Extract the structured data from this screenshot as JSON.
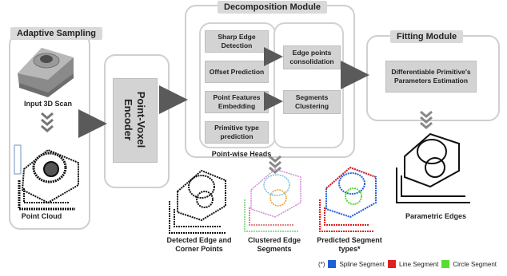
{
  "modules": {
    "sampling": {
      "title": "Adaptive Sampling",
      "scan_label": "Input 3D Scan",
      "cloud_label": "Point Cloud"
    },
    "encoder": {
      "line1": "Point-Voxel",
      "line2": "Encoder"
    },
    "decomposition": {
      "title": "Decomposition Module",
      "heads": [
        "Sharp Edge Detection",
        "Offset Prediction",
        "Point Features Embedding",
        "Primitive type prediction"
      ],
      "right": [
        "Edge points consolidation",
        "Segments Clustering"
      ],
      "heads_label": "Point-wise Heads"
    },
    "fitting": {
      "title": "Fitting Module",
      "box": "Differentiable Primitive's Parameters Estimation",
      "output_label": "Parametric Edges"
    }
  },
  "outputs": {
    "detected": "Detected Edge and Corner Points",
    "clustered": "Clustered Edge Segments",
    "predicted": "Predicted Segment types*"
  },
  "legend": {
    "marker": "(*)",
    "items": [
      {
        "label": "Spline Segment",
        "color": "#1f5fd6"
      },
      {
        "label": "Line Segment",
        "color": "#e02020"
      },
      {
        "label": "Circle Segment",
        "color": "#55dd33"
      }
    ]
  }
}
